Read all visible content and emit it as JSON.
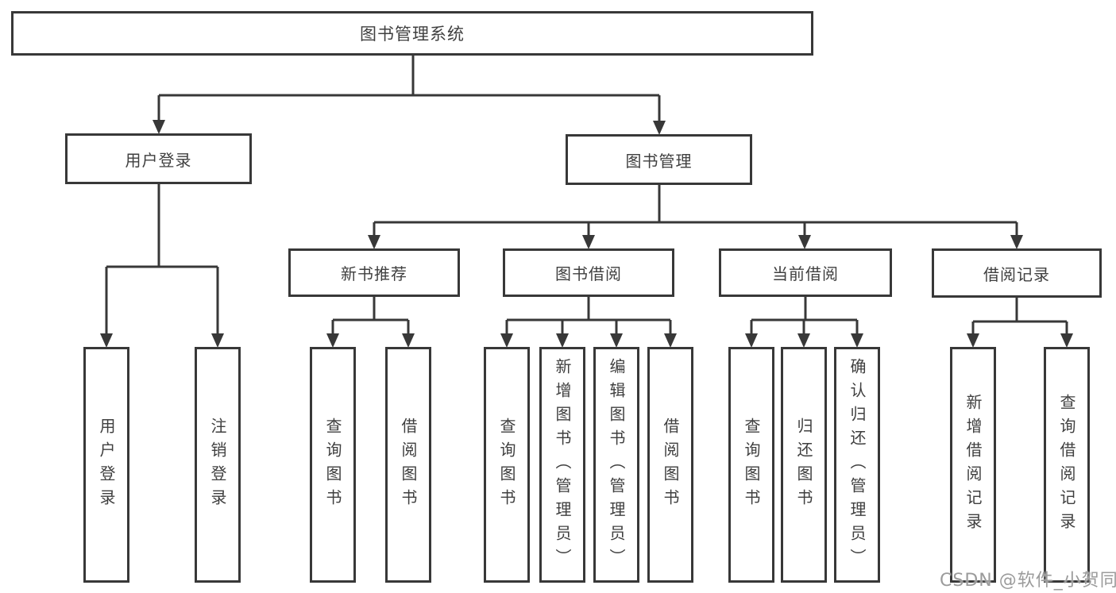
{
  "diagram": {
    "root": {
      "label": "图书管理系统"
    },
    "branches": [
      {
        "label": "用户登录",
        "children": [
          {
            "label": "用户登录"
          },
          {
            "label": "注销登录"
          }
        ]
      },
      {
        "label": "图书管理",
        "children": [
          {
            "label": "新书推荐",
            "children": [
              {
                "label": "查询图书"
              },
              {
                "label": "借阅图书"
              }
            ]
          },
          {
            "label": "图书借阅",
            "children": [
              {
                "label": "查询图书"
              },
              {
                "label": "新增图书（管理员）"
              },
              {
                "label": "编辑图书（管理员）"
              },
              {
                "label": "借阅图书"
              }
            ]
          },
          {
            "label": "当前借阅",
            "children": [
              {
                "label": "查询图书"
              },
              {
                "label": "归还图书"
              },
              {
                "label": "确认归还（管理员）"
              }
            ]
          },
          {
            "label": "借阅记录",
            "children": [
              {
                "label": "新增借阅记录"
              },
              {
                "label": "查询借阅记录"
              }
            ]
          }
        ]
      }
    ],
    "watermark": "CSDN @软件_小贺同学",
    "colors": {
      "line": "#383838",
      "text": "#3f3f3f",
      "watermark": "#9b9b9b",
      "background": "#ffffff"
    }
  }
}
